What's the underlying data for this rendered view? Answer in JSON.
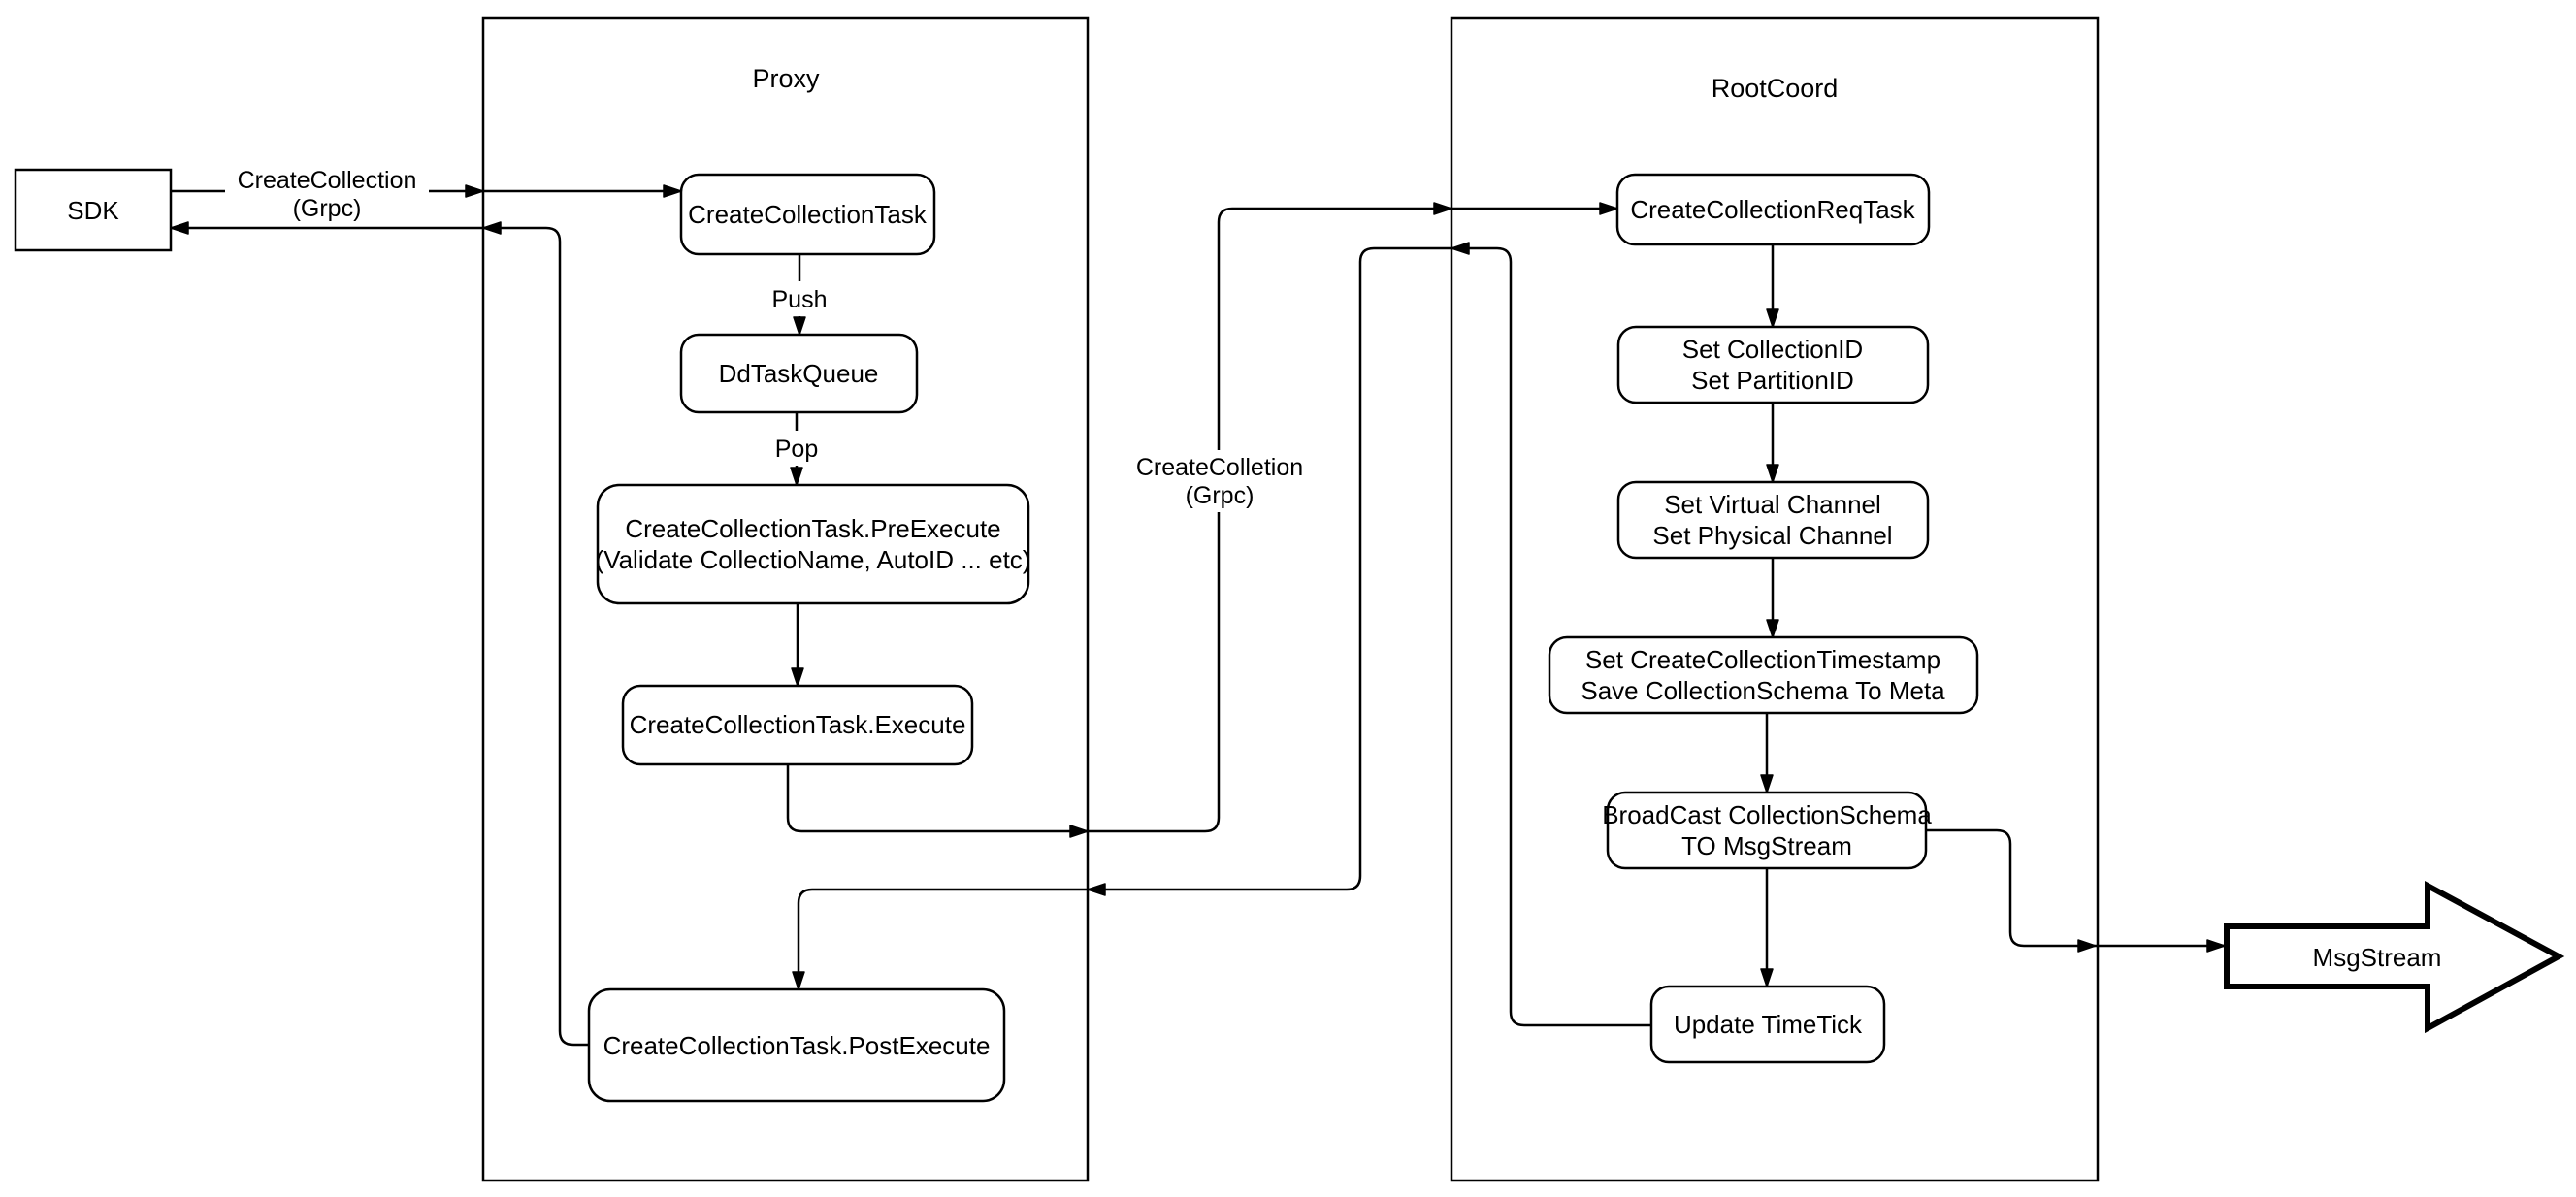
{
  "diagram": {
    "background": "#ffffff",
    "line_color": "#000000",
    "node_fill": "#ffffff",
    "text_color": "#000000"
  },
  "containers": {
    "proxy": {
      "title": "Proxy"
    },
    "rootcoord": {
      "title": "RootCoord"
    }
  },
  "nodes": {
    "sdk": {
      "label": "SDK"
    },
    "create_collection_task": {
      "label": "CreateCollectionTask"
    },
    "dd_task_queue": {
      "label": "DdTaskQueue"
    },
    "pre_execute": {
      "line1": "CreateCollectionTask.PreExecute",
      "line2": "(Validate CollectioName, AutoID ... etc)"
    },
    "execute": {
      "label": "CreateCollectionTask.Execute"
    },
    "post_execute": {
      "label": "CreateCollectionTask.PostExecute"
    },
    "create_collection_req_task": {
      "label": "CreateCollectionReqTask"
    },
    "set_collection_id": {
      "line1": "Set CollectionID",
      "line2": "Set PartitionID"
    },
    "set_channels": {
      "line1": "Set Virtual Channel",
      "line2": "Set Physical Channel"
    },
    "set_timestamp": {
      "line1": "Set CreateCollectionTimestamp",
      "line2": "Save CollectionSchema To Meta"
    },
    "broadcast": {
      "line1": "BroadCast CollectionSchema",
      "line2": "TO MsgStream"
    },
    "update_timetick": {
      "label": "Update TimeTick"
    },
    "msgstream": {
      "label": "MsgStream"
    }
  },
  "edge_labels": {
    "sdk_request": {
      "line1": "CreateCollection",
      "line2": "(Grpc)"
    },
    "push": "Push",
    "pop": "Pop",
    "proxy_request": {
      "line1": "CreateColletion",
      "line2": "(Grpc)"
    }
  }
}
